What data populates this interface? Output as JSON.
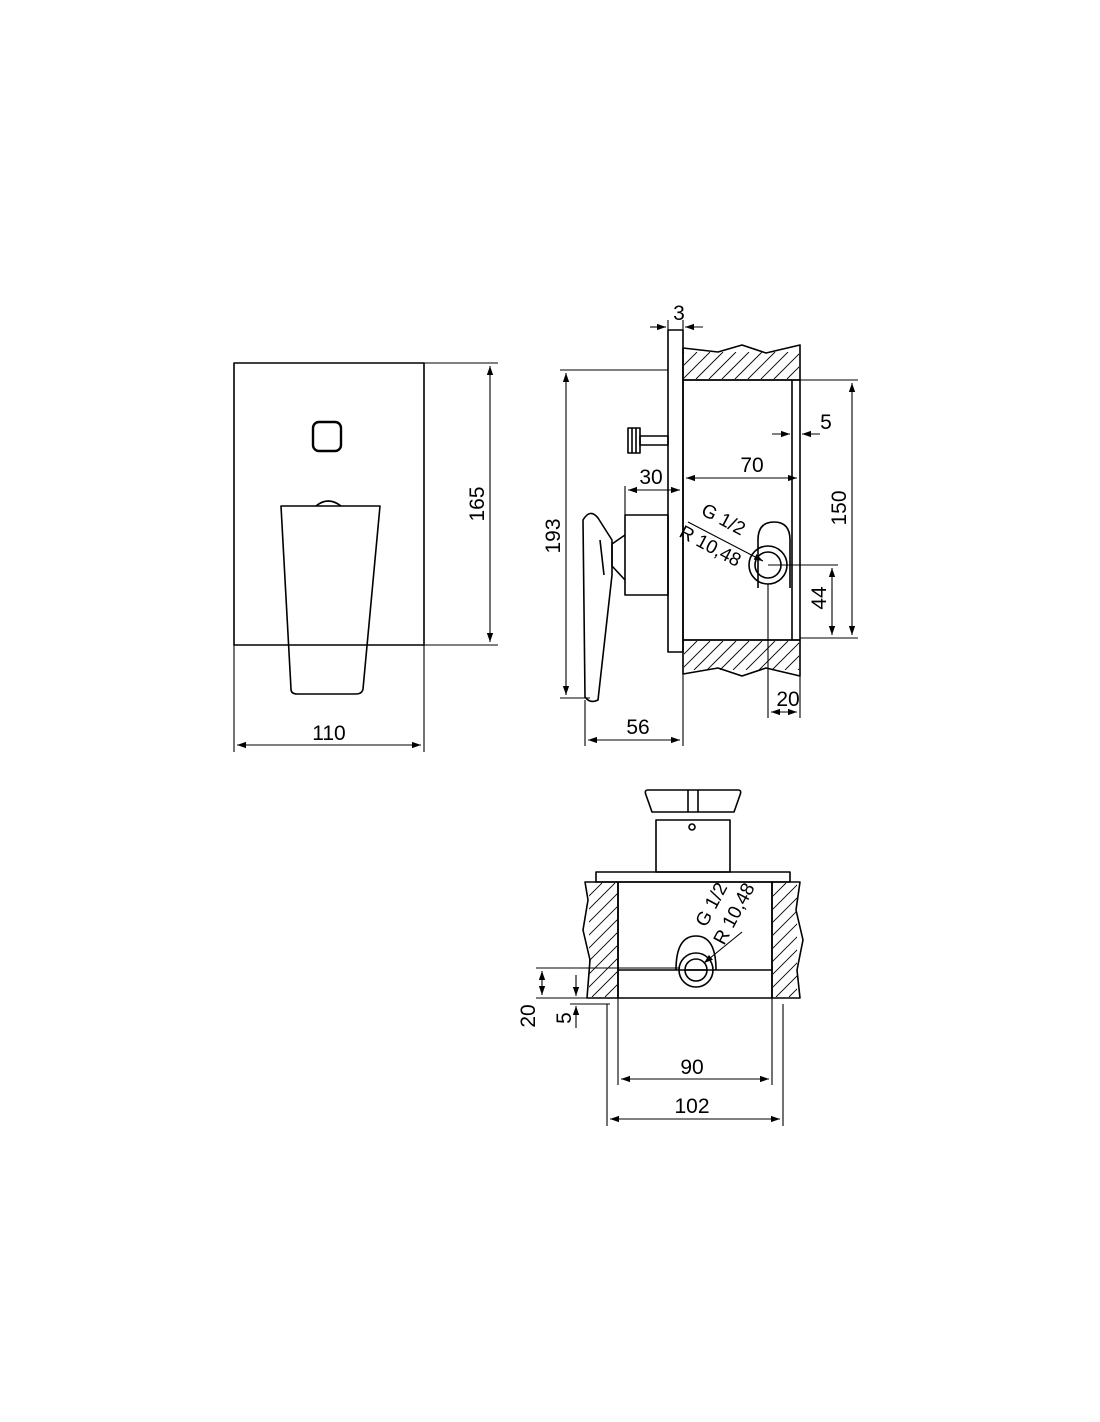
{
  "front_view": {
    "width": "110",
    "height": "165"
  },
  "side_view": {
    "plate_thickness": "3",
    "total_height": "193",
    "depth_overall": "56",
    "handle_offset": "30",
    "box_depth": "70",
    "box_wall": "5",
    "box_height": "150",
    "outlet_height": "44",
    "outlet_offset": "20",
    "thread": "G 1/2",
    "radius": "R 10,48"
  },
  "bottom_view": {
    "thread": "G 1/2",
    "radius": "R 10,48",
    "height_20": "20",
    "height_5": "5",
    "inner_width": "90",
    "outer_width": "102"
  }
}
